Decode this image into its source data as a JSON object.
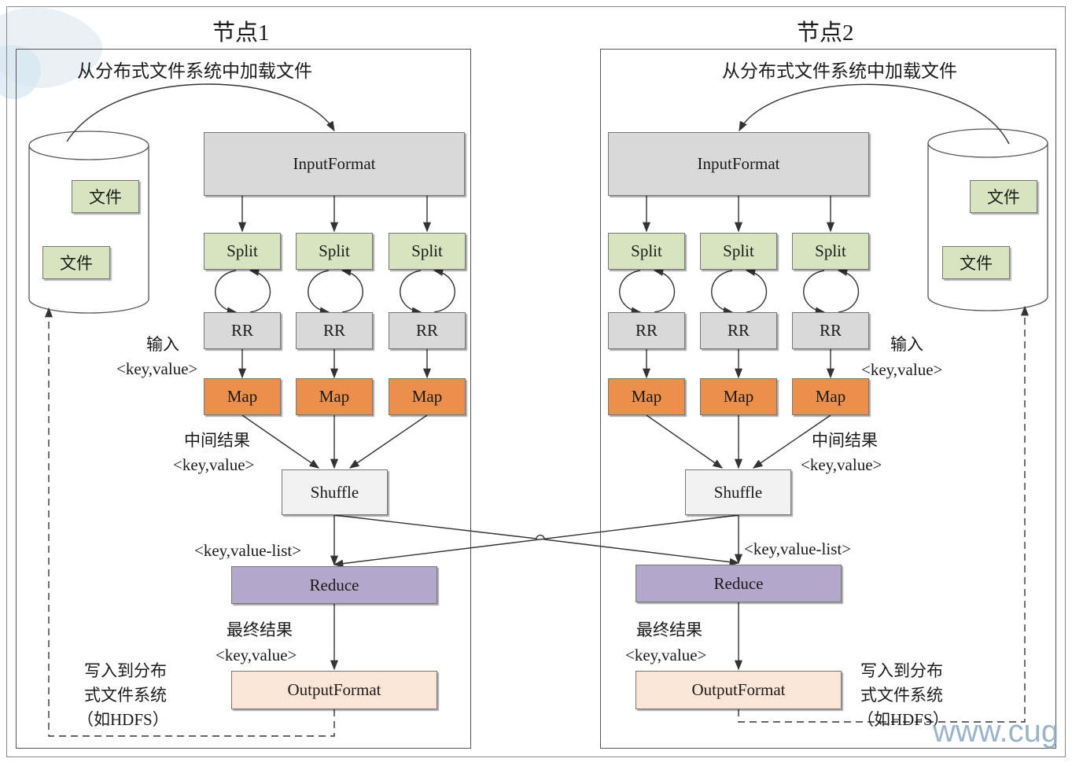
{
  "colors": {
    "inputformat": "#d9d9d9",
    "split": "#d8e4c0",
    "rr": "#d9d9d9",
    "map": "#ec8f4c",
    "shuffle": "#f2f2f2",
    "reduce": "#b3a7cc",
    "outputformat": "#fbe5d6",
    "file": "#d8e4c0"
  },
  "node1": {
    "title": "节点1",
    "load_label": "从分布式文件系统中加载文件",
    "files": [
      "文件",
      "文件"
    ],
    "input_format": "InputFormat",
    "splits": [
      "Split",
      "Split",
      "Split"
    ],
    "rrs": [
      "RR",
      "RR",
      "RR"
    ],
    "maps": [
      "Map",
      "Map",
      "Map"
    ],
    "input_label_1": "输入",
    "input_label_2": "<key,value>",
    "mid_label_1": "中间结果",
    "mid_label_2": "<key,value>",
    "shuffle": "Shuffle",
    "kvlist_label": "<key,value-list>",
    "reduce": "Reduce",
    "final_label_1": "最终结果",
    "final_label_2": "<key,value>",
    "output_format": "OutputFormat",
    "write_label_1": "写入到分布",
    "write_label_2": "式文件系统",
    "write_label_3": "（如HDFS）"
  },
  "node2": {
    "title": "节点2",
    "load_label": "从分布式文件系统中加载文件",
    "files": [
      "文件",
      "文件"
    ],
    "input_format": "InputFormat",
    "splits": [
      "Split",
      "Split",
      "Split"
    ],
    "rrs": [
      "RR",
      "RR",
      "RR"
    ],
    "maps": [
      "Map",
      "Map",
      "Map"
    ],
    "input_label_1": "输入",
    "input_label_2": "<key,value>",
    "mid_label_1": "中间结果",
    "mid_label_2": "<key,value>",
    "shuffle": "Shuffle",
    "kvlist_label": "<key,value-list>",
    "reduce": "Reduce",
    "final_label_1": "最终结果",
    "final_label_2": "<key,value>",
    "output_format": "OutputFormat",
    "write_label_1": "写入到分布",
    "write_label_2": "式文件系统",
    "write_label_3": "（如HDFS）"
  },
  "watermark": "www.cug"
}
